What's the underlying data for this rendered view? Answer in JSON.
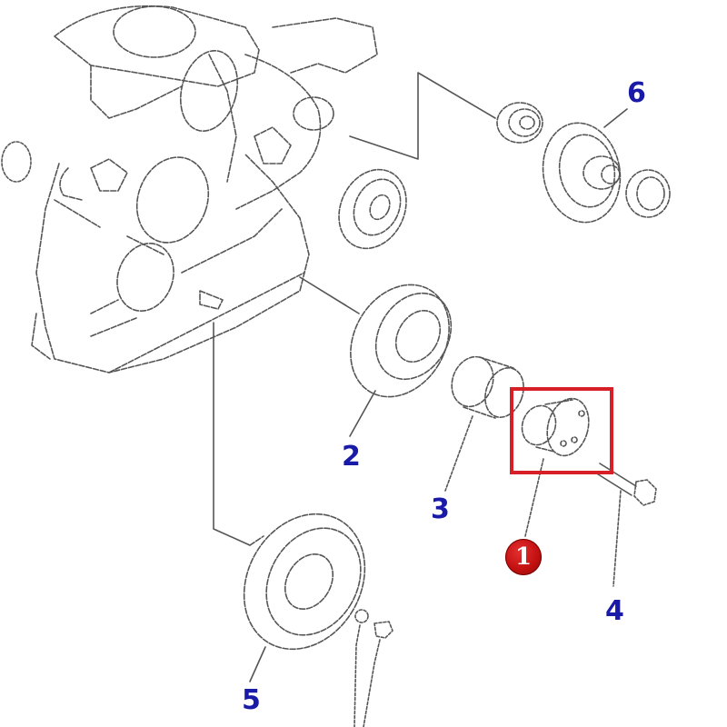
{
  "diagram": {
    "type": "exploded parts diagram",
    "subject": "engine front timing gear case",
    "callouts": [
      {
        "id": "1",
        "label": "1",
        "style": "red-circle-badge",
        "highlighted": true
      },
      {
        "id": "2",
        "label": "2"
      },
      {
        "id": "3",
        "label": "3"
      },
      {
        "id": "4",
        "label": "4"
      },
      {
        "id": "5",
        "label": "5"
      },
      {
        "id": "6",
        "label": "6"
      }
    ],
    "colors": {
      "line": "#555555",
      "callout_text": "#1a1aa8",
      "highlight": "#d61f26",
      "badge": "#c41010"
    }
  }
}
